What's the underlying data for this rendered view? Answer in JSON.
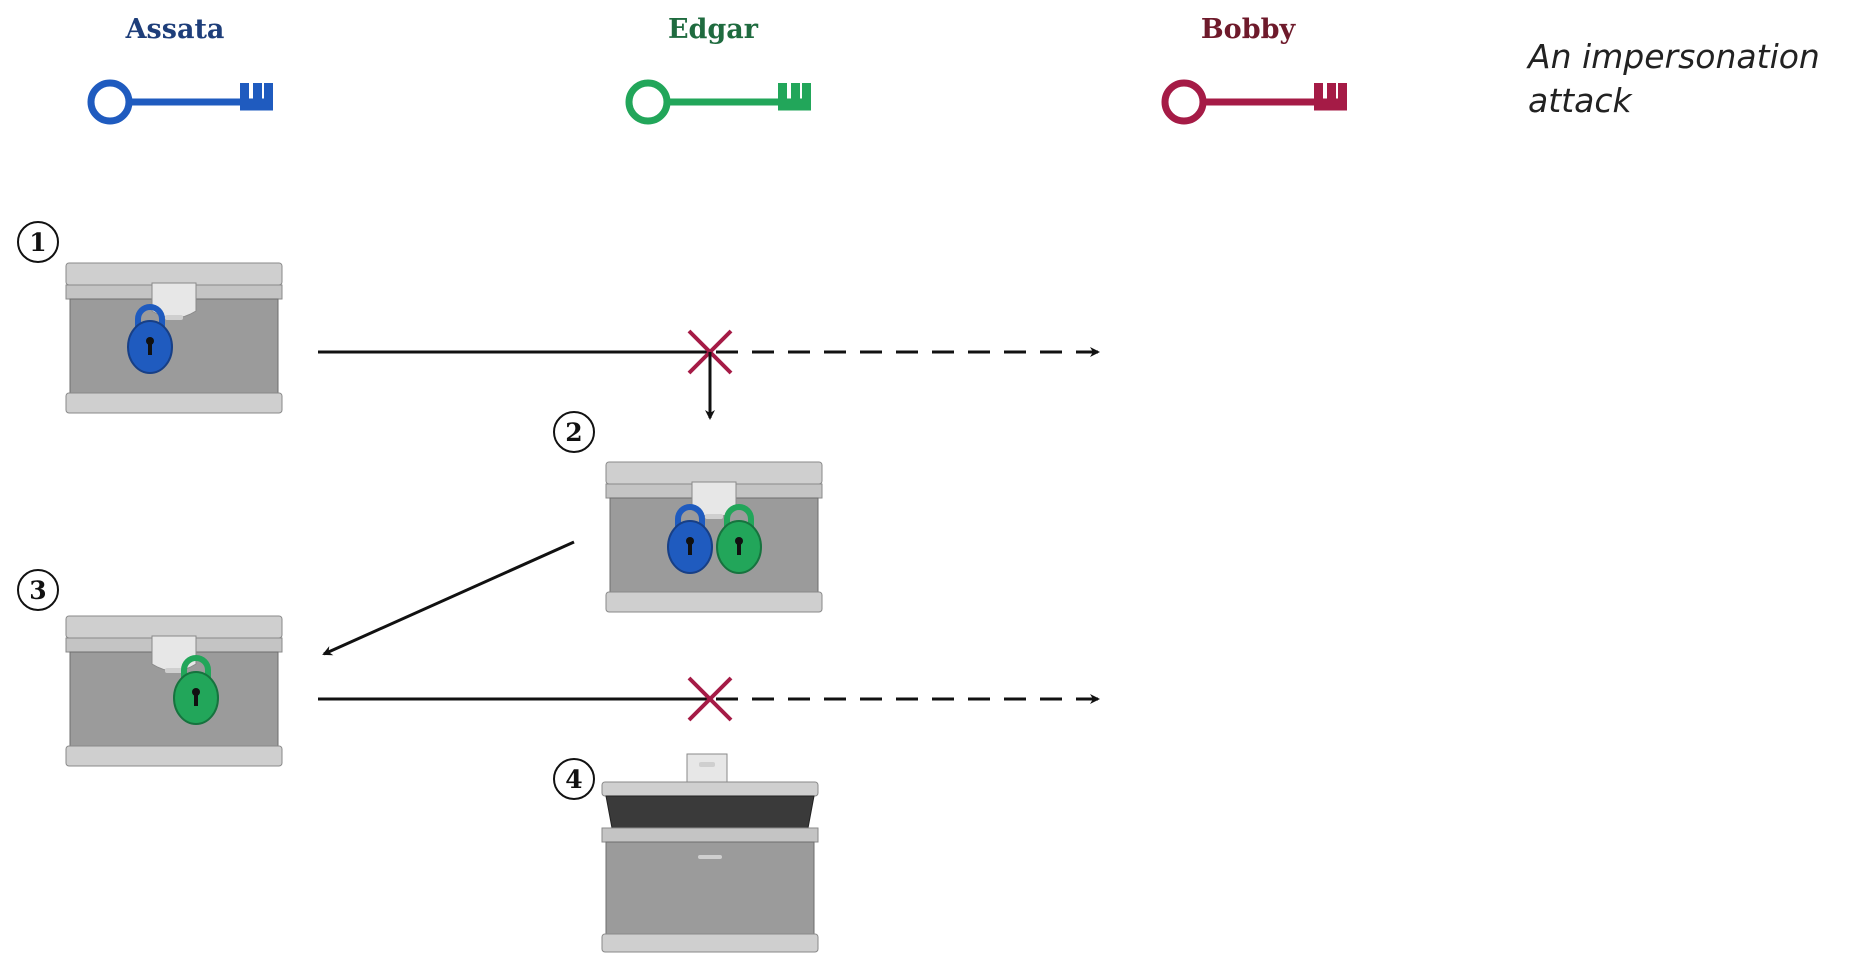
{
  "people": [
    {
      "name": "Assata",
      "color": "#1e3e7a",
      "key_color": "#1f5bbf",
      "key_icon": "key-icon"
    },
    {
      "name": "Edgar",
      "color": "#1f6b3f",
      "key_color": "#22a65a",
      "key_icon": "key-icon"
    },
    {
      "name": "Bobby",
      "color": "#6e1a2b",
      "key_color": "#a51b46",
      "key_icon": "key-icon"
    }
  ],
  "caption": {
    "line1": "An impersonation",
    "line2": "attack"
  },
  "steps": [
    {
      "number": "1",
      "description_icons": [
        "chest-icon",
        "blue-padlock-icon"
      ]
    },
    {
      "number": "2",
      "description_icons": [
        "chest-icon",
        "blue-padlock-icon",
        "green-padlock-icon"
      ]
    },
    {
      "number": "3",
      "description_icons": [
        "chest-icon",
        "green-padlock-icon"
      ]
    },
    {
      "number": "4",
      "description_icons": [
        "open-chest-icon"
      ]
    }
  ],
  "colors": {
    "chest_body": "#9b9b9b",
    "chest_band": "#cfcfcf",
    "intercept_mark": "#a51b46",
    "arrow": "#111111"
  }
}
